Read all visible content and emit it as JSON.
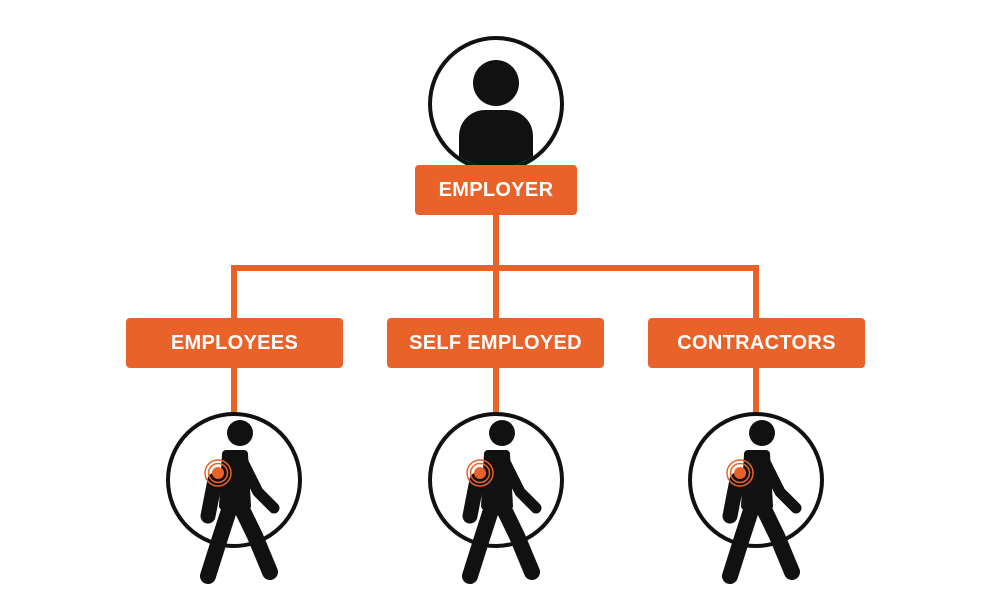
{
  "colors": {
    "accent": "#e8622a",
    "ink": "#111111",
    "background": "#ffffff"
  },
  "employer": {
    "label": "EMPLOYER",
    "icon": "person-icon"
  },
  "children": [
    {
      "label": "EMPLOYEES",
      "icon": "walking-person-shoulder-pain-icon"
    },
    {
      "label": "SELF EMPLOYED",
      "icon": "walking-person-shoulder-pain-icon"
    },
    {
      "label": "CONTRACTORS",
      "icon": "walking-person-shoulder-pain-icon"
    }
  ]
}
